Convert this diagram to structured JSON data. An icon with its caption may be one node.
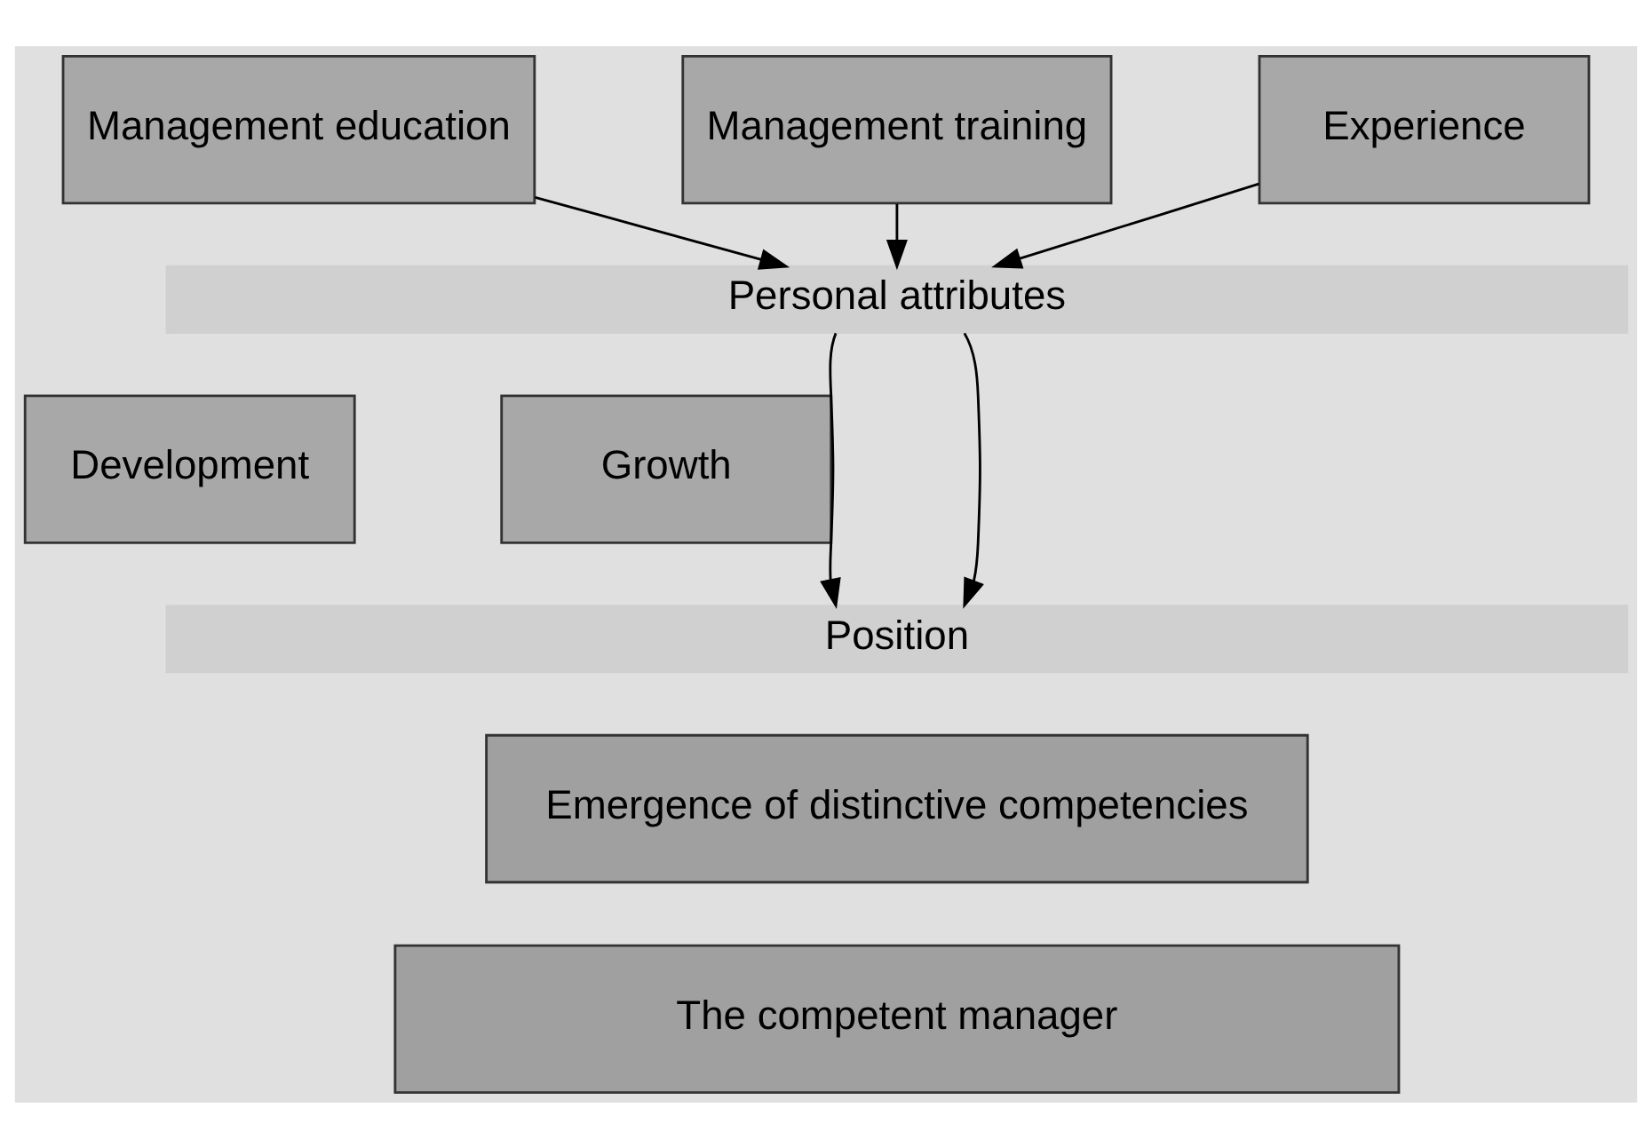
{
  "diagram": {
    "nodes": [
      {
        "text": [
          "Management education"
        ]
      },
      {
        "text": [
          "Management training"
        ]
      },
      {
        "text": [
          "Experience"
        ]
      },
      {
        "text": [
          "Personal attributes"
        ]
      },
      {
        "text": [
          "Development"
        ]
      },
      {
        "text": [
          "Growth"
        ]
      },
      {
        "text": [
          "Position"
        ]
      },
      {
        "text": [
          "Emergence of distinctive competencies"
        ]
      },
      {
        "text": [
          "The competent manager"
        ]
      }
    ],
    "edges": [
      {
        "from": 0,
        "to": 3,
        "arrow": "to"
      },
      {
        "from": 1,
        "to": 3,
        "arrow": "to"
      },
      {
        "from": 2,
        "to": 3,
        "arrow": "to"
      },
      {
        "from": 3,
        "to": 6,
        "arrow": "to"
      },
      {
        "from": 3,
        "to": 6,
        "arrow": "to"
      }
    ]
  }
}
